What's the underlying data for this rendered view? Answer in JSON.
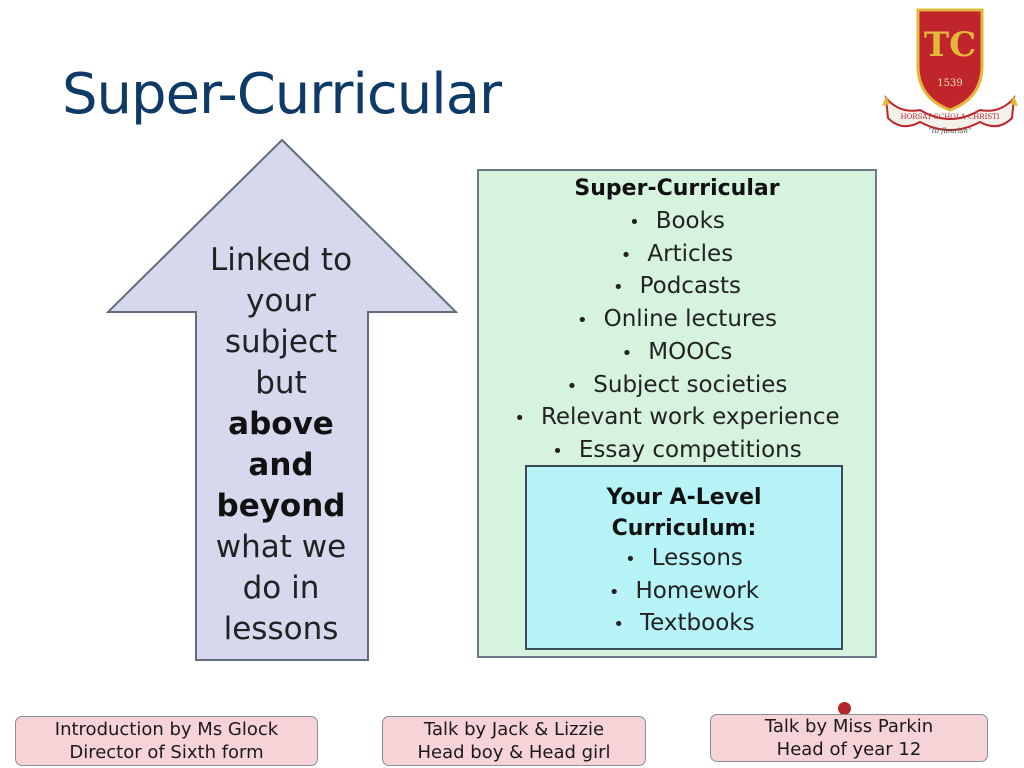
{
  "slide": {
    "title": "Super-Curricular",
    "colors": {
      "title": "#0e3a67",
      "arrow": "#d6d9ed",
      "outer_box": "#d5f3dd",
      "inner_box": "#b6f4f7",
      "button": "#f6d3d7",
      "crest": "#c0252c"
    }
  },
  "crest": {
    "year": "1539",
    "monogram": "TC",
    "scroll_text": "HORSAT SCHOLA CHRISTI",
    "motto": "\"to flourish\""
  },
  "arrow": {
    "lines": [
      "Linked to",
      "your",
      "subject",
      "but"
    ],
    "bold_lines": [
      "above",
      "and",
      "beyond"
    ],
    "end_lines": [
      "what we",
      "do in",
      "lessons"
    ]
  },
  "super_curricular": {
    "heading": "Super-Curricular",
    "items": [
      "Books",
      "Articles",
      "Podcasts",
      "Online lectures",
      "MOOCs",
      "Subject societies",
      "Relevant work experience",
      "Essay competitions"
    ]
  },
  "a_level": {
    "heading_line1": "Your A-Level",
    "heading_line2": "Curriculum:",
    "items": [
      "Lessons",
      "Homework",
      "Textbooks"
    ]
  },
  "buttons": [
    {
      "line1": "Introduction by Ms Glock",
      "line2": "Director of Sixth form"
    },
    {
      "line1": "Talk by Jack & Lizzie",
      "line2": "Head boy & Head girl"
    },
    {
      "line1": "Talk by Miss Parkin",
      "line2": "Head of year 12"
    }
  ]
}
